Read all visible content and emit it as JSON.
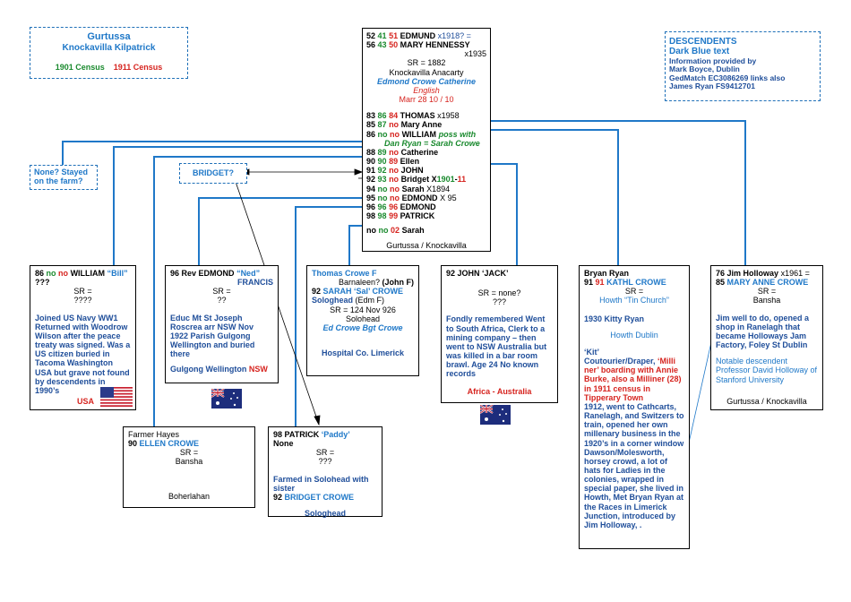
{
  "title_box": {
    "name": "Gurtussa",
    "place": "Knockavilla Kilpatrick",
    "census_1901": "1901 Census",
    "census_1911": "1911 Census"
  },
  "legend_box": {
    "title": "DESCENDENTS",
    "subtitle": "Dark Blue text",
    "line1": "Information provided by",
    "line2": "Mark Boyce, Dublin",
    "line3": "GedMatch EC3086269  links also",
    "line4": "James Ryan   FS9412701"
  },
  "note_farm": {
    "line1": "None? Stayed",
    "line2": "on the farm?"
  },
  "note_bridget": "BRIDGET?",
  "parents": {
    "edmund_age_a": "52",
    "edmund_age_b": "41",
    "edmund_age_c": "51",
    "edmund_name": "EDMUND",
    "edmund_death": "x1918? =",
    "mary_age_a": "56",
    "mary_age_b": "43",
    "mary_age_c": "50",
    "mary_name": "MARY  HENNESSY",
    "mary_death": "x1935",
    "sr": "SR = 1882",
    "place": "Knockavilla Anacarty",
    "baptism": "Edmond Crowe Catherine",
    "english": "English",
    "marr": "Marr 28 10 / 10",
    "children": [
      {
        "a": "83",
        "b": "86",
        "c": "84",
        "name": "THOMAS",
        "note": "x1958"
      },
      {
        "a": "85",
        "b": "87",
        "c": "no",
        "name": "Mary Anne",
        "note": ""
      },
      {
        "a": "86",
        "b": "no",
        "c": "no",
        "name": "WILLIAM",
        "note": "poss with"
      },
      {
        "a": "88",
        "b": "89",
        "c": "no",
        "name": "Catherine",
        "note": ""
      },
      {
        "a": "90",
        "b": "90",
        "c": "89",
        "name": "Ellen",
        "note": ""
      },
      {
        "a": "91",
        "b": "92",
        "c": "no",
        "name": "JOHN",
        "note": ""
      },
      {
        "a": "92",
        "b": "93",
        "c": "no",
        "name": "Bridget",
        "note": "X1901-11"
      },
      {
        "a": "94",
        "b": "no",
        "c": "no",
        "name": "Sarah",
        "note": "X1894"
      },
      {
        "a": "95",
        "b": "no",
        "c": "no",
        "name": "EDMOND",
        "note": "X 95"
      },
      {
        "a": "96",
        "b": "96",
        "c": "96",
        "name": "EDMOND",
        "note": ""
      },
      {
        "a": "98",
        "b": "98",
        "c": "99",
        "name": "PATRICK",
        "note": ""
      }
    ],
    "william_note2": "Dan Ryan = Sarah Crowe",
    "sarah_a": "no",
    "sarah_b": "no",
    "sarah_c": "02",
    "sarah_name": "Sarah",
    "footer": "Gurtussa / Knockavilla"
  },
  "william": {
    "age": "86",
    "c1": "no",
    "c2": "no",
    "name": "WILLIAM",
    "nick": "“Bill”",
    "q": "???",
    "sr": "SR =",
    "sr_val": "????",
    "text": "Joined US Navy WW1 Returned with Woodrow Wilson after the peace treaty was signed. Was a US citizen buried in Tacoma Washington USA but grave not found by descendents in 1990’s",
    "country": "USA"
  },
  "edmond_ned": {
    "age": "96",
    "name": "Rev EDMOND",
    "nick": "“Ned”",
    "name2": "FRANCIS",
    "sr": "SR =",
    "sr_val": "??",
    "text": "Educ Mt St Joseph Roscrea arr NSW Nov 1922 Parish Gulgong Wellington and buried there",
    "place": "Gulgong Wellington",
    "place2": "NSW"
  },
  "thomas": {
    "name": "Thomas Crowe F",
    "sub": "Barnaleen?",
    "sub2": "(John F)",
    "wife_age": "92",
    "wife_name": "SARAH ‘Sal’ CROWE",
    "wife_place": "Sologhead",
    "wife_note": "(Edm F)",
    "sr": "SR = 124 Nov 926",
    "sr_place": "Solohead",
    "bapt": "Ed Crowe Bgt Crowe",
    "footer": "Hospital Co. Limerick"
  },
  "john": {
    "age": "92",
    "name": "JOHN ‘JACK’",
    "sr": "SR = none?",
    "sr_val": "???",
    "text": "Fondly remembered Went to South Africa, Clerk to a mining company – then went to NSW Australia but was killed in a bar room brawl. Age 24 No known records",
    "footer": "Africa - Australia"
  },
  "kathl": {
    "husband": "Bryan Ryan",
    "age1": "91",
    "age2": "91",
    "name": "KATHL CROWE",
    "sr": "SR =",
    "church": "Howth “Tin Church”",
    "marr": "1930 Kitty Ryan",
    "place": "Howth Dublin",
    "kit": "‘Kit’",
    "occ1": "Coutourier/Draper,",
    "occ2": "‘Milli ner’ boarding with Annie Burke, also a Milliner (28) in 1911 census in Tipperary Town",
    "text": "1912, went to Cathcarts, Ranelagh, and Switzers to train, opened her own millenary business in the 1920’s in a corner window Dawson/Molesworth, horsey crowd, a lot of hats for Ladies in the colonies, wrapped in special paper, she lived in Howth, Met Bryan Ryan at the Races in Limerick Junction, introduced by Jim Holloway, ."
  },
  "mary_anne": {
    "husband_age": "76",
    "husband": "Jim Holloway",
    "husband_death": "x1961 =",
    "age": "85",
    "name": "MARY ANNE CROWE",
    "sr": "SR =",
    "sr_place": "Bansha",
    "text": "Jim well to do, opened a shop in Ranelagh that became Holloways Jam Factory, Foley St Dublin",
    "note": "Notable descendent Professor David Holloway of Stanford University",
    "footer": "Gurtussa / Knockavilla"
  },
  "ellen": {
    "husband": "Farmer Hayes",
    "age": "90",
    "name": "ELLEN CROWE",
    "sr": "SR =",
    "sr_place": "Bansha",
    "footer": "Boherlahan"
  },
  "patrick": {
    "age": "98",
    "name": "PATRICK",
    "nick": "‘Paddy’",
    "none": "None",
    "sr": "SR =",
    "sr_val": "???",
    "text": "Farmed in Solohead with sister",
    "sis_age": "92",
    "sis_name": "BRIDGET CROWE",
    "footer": "Sologhead"
  },
  "colors": {
    "accent": "#1f4e9a",
    "line": "#1f78c8",
    "census1901": "#1a8a2e",
    "census1911": "#d6241f"
  }
}
